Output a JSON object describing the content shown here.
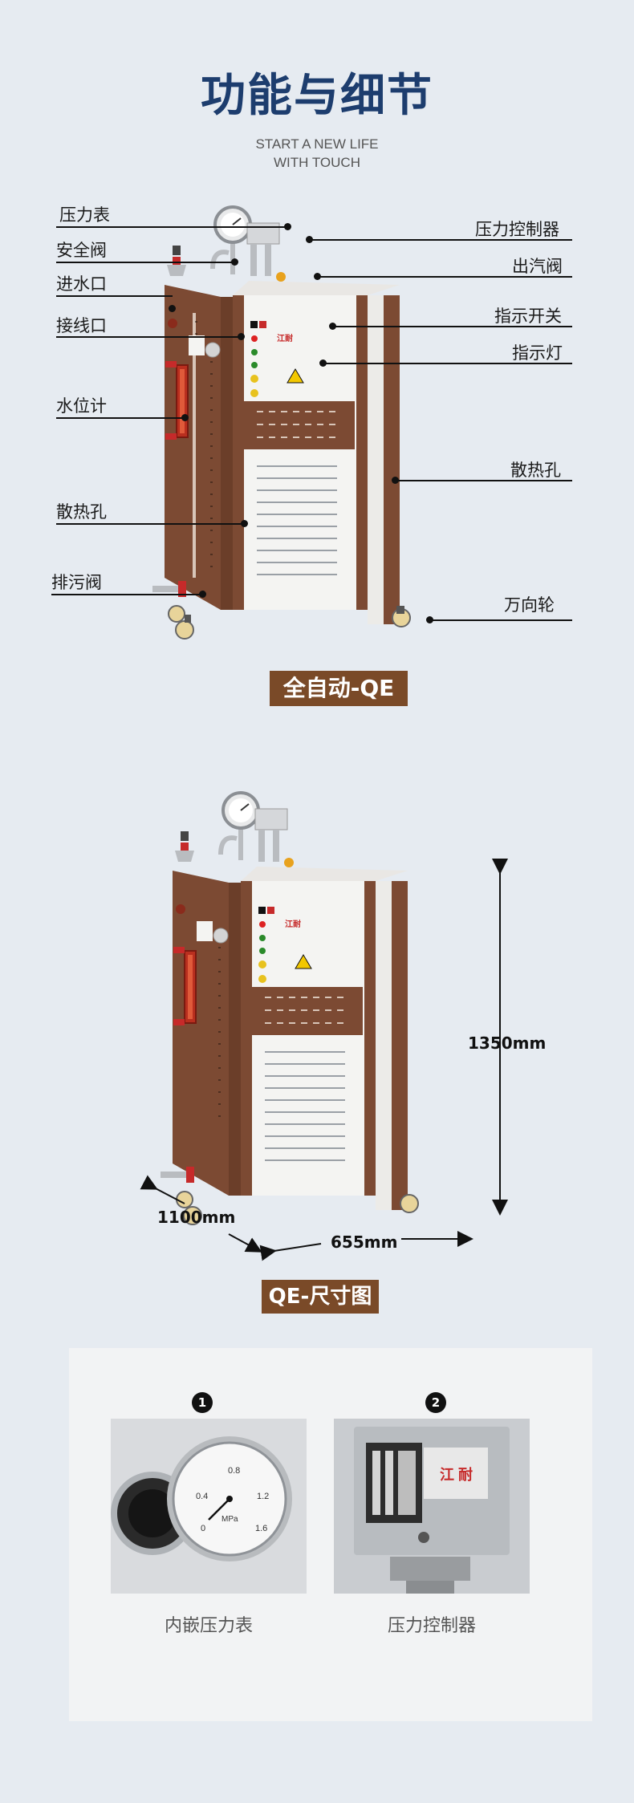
{
  "header": {
    "title": "功能与细节",
    "subtitle_line1": "START A NEW LIFE",
    "subtitle_line2": "WITH TOUCH"
  },
  "features": {
    "left_labels": [
      "压力表",
      "安全阀",
      "进水口",
      "接线口",
      "水位计",
      "散热孔",
      "排污阀"
    ],
    "right_labels": [
      "压力控制器",
      "出汽阀",
      "指示开关",
      "指示灯",
      "散热孔",
      "万向轮"
    ],
    "badge": "全自动-QE"
  },
  "dimensions": {
    "height": "1350mm",
    "depth": "1100mm",
    "width": "655mm",
    "badge": "QE-尺寸图"
  },
  "details": [
    {
      "number": "1",
      "caption": "内嵌压力表"
    },
    {
      "number": "2",
      "caption": "压力控制器"
    }
  ],
  "gauge_scale": [
    "0.8",
    "0.4",
    "1.2",
    "0",
    "1.6",
    "MPa"
  ],
  "controller_brand": "江 耐",
  "colors": {
    "title": "#1d3d6e",
    "badge": "#7a4a28",
    "boiler_brown": "#7c4a33",
    "boiler_white": "#f4f4f2"
  }
}
